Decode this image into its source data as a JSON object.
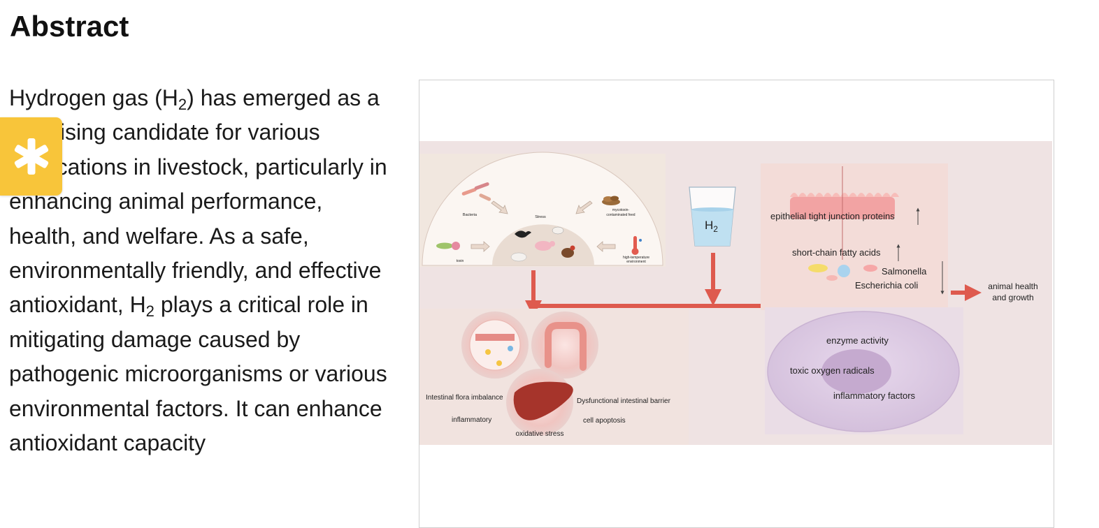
{
  "heading": "Abstract",
  "abstract": {
    "part1": "Hydrogen gas (H",
    "sub1": "2",
    "part2": ") has emerged as a promising candidate for various applications in livestock, particularly in enhancing animal performance, health, and welfare. As a safe, environmentally friendly, and effective antioxidant, H",
    "sub2": "2",
    "part3": " plays a critical role in mitigating damage caused by pathogenic microorganisms or various environmental factors. It can enhance antioxidant capacity"
  },
  "badge": {
    "icon": "asterisk-icon",
    "color": "#f8c53a"
  },
  "figure": {
    "colors": {
      "background": "#efe3e3",
      "arrow": "#de5a4e",
      "cell": "#dccbe3",
      "semicircle": "#f6eeea"
    },
    "stressors": {
      "bacteria": "Bacteria",
      "stress": "Stress",
      "feed_line1": "mycotoxin-",
      "feed_line2": "contaminated feed",
      "toxin": "toxin",
      "heat_line1": "high-temperature",
      "heat_line2": "environment"
    },
    "h2_label": "H",
    "h2_sub": "2",
    "intestine": {
      "tight_junction": "epithelial tight junction proteins",
      "scfa": "short-chain fatty acids",
      "salmonella": "Salmonella",
      "ecoli": "Escherichia coli",
      "outcome_line1": "animal health",
      "outcome_line2": "and growth"
    },
    "cell": {
      "enzyme": "enzyme activity",
      "radicals": "toxic oxygen radicals",
      "inflammatory": "inflammatory factors"
    },
    "damage": {
      "flora": "Intestinal flora imbalance",
      "inflammatory": "inflammatory",
      "oxidative": "oxidative stress",
      "barrier": "Dysfunctional intestinal barrier",
      "apoptosis": "cell apoptosis"
    }
  }
}
